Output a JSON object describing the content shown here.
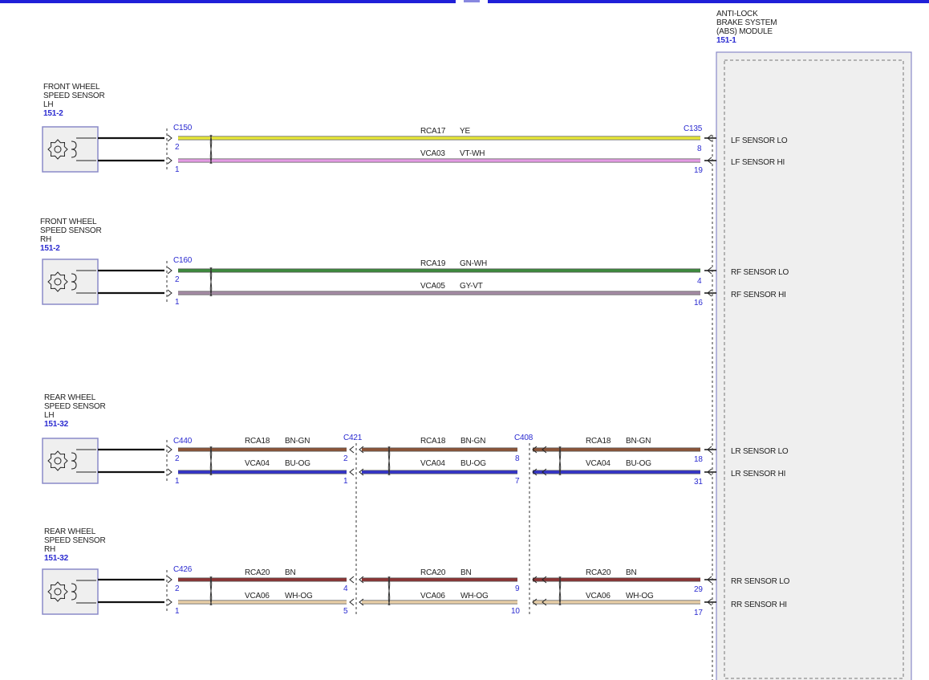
{
  "module": {
    "label_lines": [
      "ANTI-LOCK",
      "BRAKE SYSTEM",
      "(ABS) MODULE"
    ],
    "ref": "151-1"
  },
  "sensors": [
    {
      "label_lines": [
        "FRONT WHEEL",
        "SPEED SENSOR",
        "LH"
      ],
      "ref": "151-2",
      "icon": "wheel-speed-sensor-icon"
    },
    {
      "label_lines": [
        "FRONT WHEEL",
        "SPEED SENSOR",
        "RH"
      ],
      "ref": "151-2",
      "icon": "wheel-speed-sensor-icon"
    },
    {
      "label_lines": [
        "REAR WHEEL",
        "SPEED SENSOR",
        "LH"
      ],
      "ref": "151-32",
      "icon": "wheel-speed-sensor-icon"
    },
    {
      "label_lines": [
        "REAR WHEEL",
        "SPEED SENSOR",
        "RH"
      ],
      "ref": "151-32",
      "icon": "wheel-speed-sensor-icon"
    }
  ],
  "groups": [
    {
      "connectors": [
        "C150",
        "C135"
      ],
      "wires": [
        {
          "circuit": "RCA17",
          "color_code": "YE",
          "color": "#e8e83a",
          "pins": [
            "2",
            "8"
          ],
          "module_pin_label": "LF SENSOR LO"
        },
        {
          "circuit": "VCA03",
          "color_code": "VT-WH",
          "color": "#e39be3",
          "pins": [
            "1",
            "19"
          ],
          "module_pin_label": "LF SENSOR HI"
        }
      ]
    },
    {
      "connectors": [
        "C160"
      ],
      "wires": [
        {
          "circuit": "RCA19",
          "color_code": "GN-WH",
          "color": "#3d8a3d",
          "pins": [
            "2",
            "4"
          ],
          "module_pin_label": "RF SENSOR LO"
        },
        {
          "circuit": "VCA05",
          "color_code": "GY-VT",
          "color": "#a58ca5",
          "pins": [
            "1",
            "16"
          ],
          "module_pin_label": "RF SENSOR HI"
        }
      ]
    },
    {
      "connectors": [
        "C440",
        "C421",
        "C408"
      ],
      "wires": [
        {
          "circuit": "RCA18",
          "color_code": "BN-GN",
          "color": "#8c5438",
          "pins": [
            "2",
            "2",
            "8",
            "18"
          ],
          "module_pin_label": "LR SENSOR LO"
        },
        {
          "circuit": "VCA04",
          "color_code": "BU-OG",
          "color": "#3434c8",
          "pins": [
            "1",
            "1",
            "7",
            "31"
          ],
          "module_pin_label": "LR SENSOR HI"
        }
      ]
    },
    {
      "connectors": [
        "C426"
      ],
      "wires": [
        {
          "circuit": "RCA20",
          "color_code": "BN",
          "color": "#8c3434",
          "pins": [
            "2",
            "4",
            "9",
            "29"
          ],
          "module_pin_label": "RR SENSOR LO"
        },
        {
          "circuit": "VCA06",
          "color_code": "WH-OG",
          "color": "#e8cfa8",
          "pins": [
            "1",
            "5",
            "10",
            "17"
          ],
          "module_pin_label": "RR SENSOR HI"
        }
      ]
    }
  ],
  "colors": {
    "connector_text": "#2a2ad0",
    "component_border": "#8a8ac8",
    "module_fill": "#efefef",
    "header_bar": "#2020d8"
  }
}
